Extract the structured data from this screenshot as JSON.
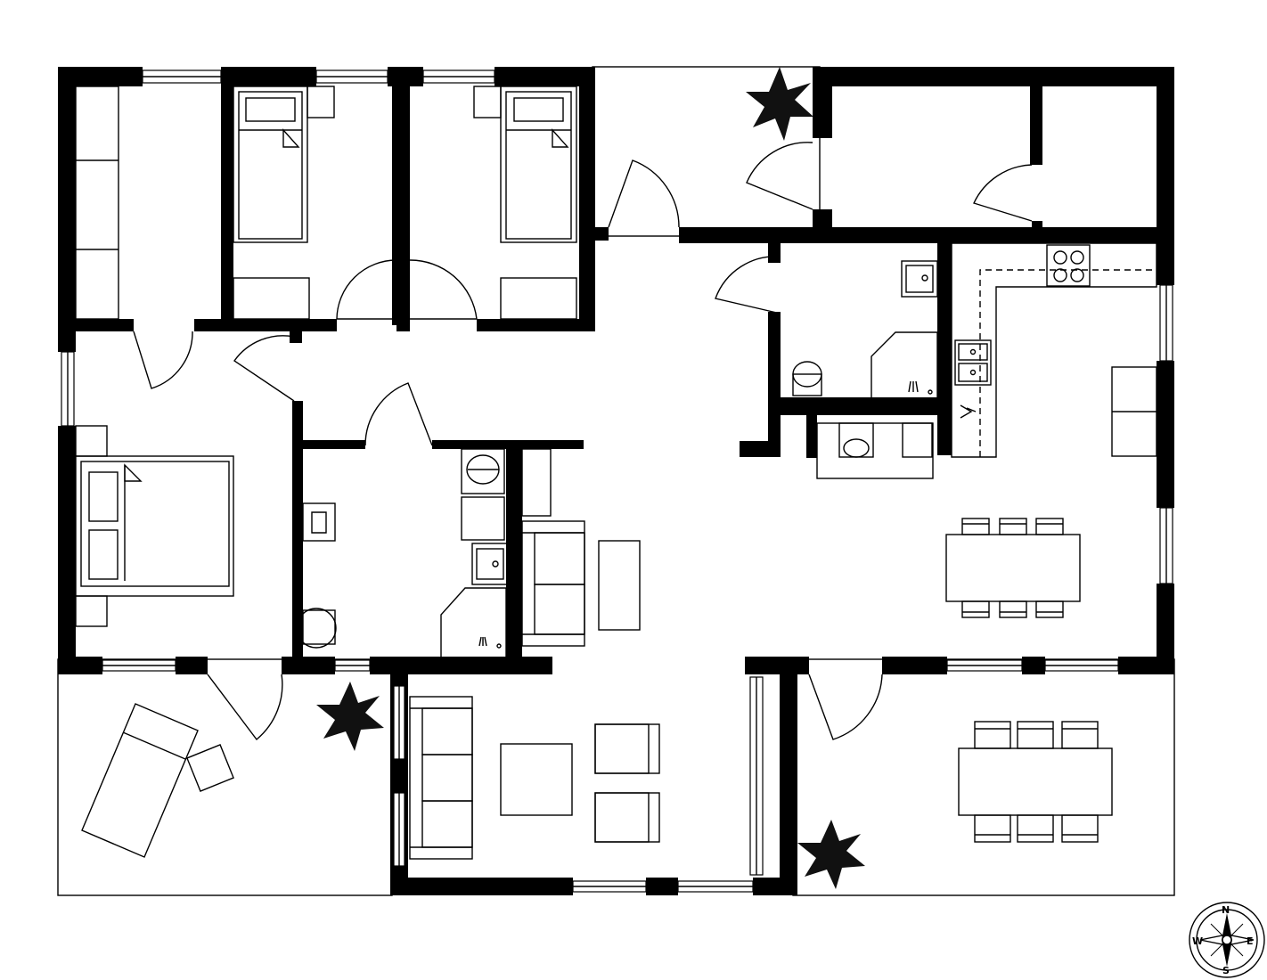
{
  "diagram": {
    "type": "floor-plan",
    "colors": {
      "walls": "#000000",
      "background": "#ffffff",
      "lines": "#000000",
      "plants": "#111111"
    }
  },
  "compass": {
    "north": "N",
    "east": "E",
    "south": "S",
    "west": "W"
  }
}
